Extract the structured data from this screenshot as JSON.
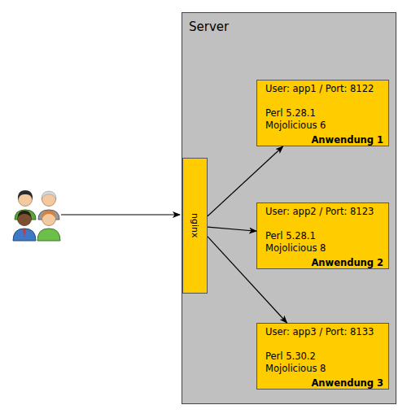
{
  "diagram": {
    "nodes": [
      {
        "text": [
          "Server"
        ]
      },
      {
        "text": [
          "nginx"
        ],
        "in": 0
      },
      {
        "text": [
          "User: app1 / Port: 8122",
          "Perl 5.28.1",
          "Mojolicious 6",
          "Anwendung 1"
        ],
        "in": 0
      },
      {
        "text": [
          "User: app2 / Port: 8123",
          "Perl 5.28.1",
          "Mojolicious 8",
          "Anwendung 2"
        ],
        "in": 0
      },
      {
        "text": [
          "User: app3 / Port: 8133",
          "Perl 5.30.2",
          "Mojolicious 8",
          "Anwendung 3"
        ],
        "in": 0
      }
    ],
    "edges": [
      {
        "from": 1,
        "to": 2,
        "arrow": "to"
      },
      {
        "from": 1,
        "to": 3,
        "arrow": "to"
      },
      {
        "from": 1,
        "to": 4,
        "arrow": "to"
      }
    ]
  }
}
